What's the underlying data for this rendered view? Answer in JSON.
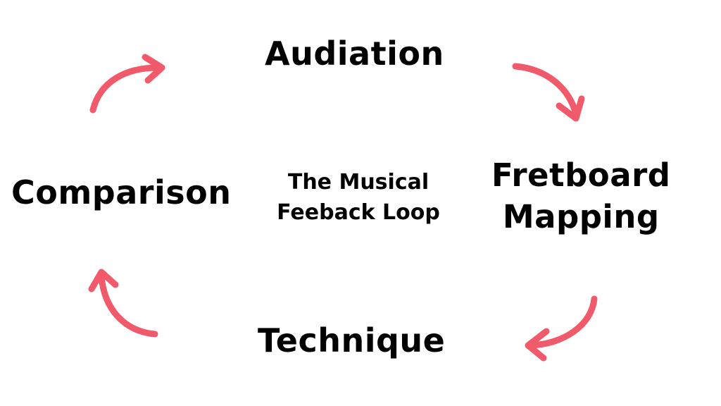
{
  "diagram": {
    "title_lines": [
      "The Musical",
      "Feeback Loop"
    ],
    "stages": {
      "top": "Audiation",
      "right_line1": "Fretboard",
      "right_line2": "Mapping",
      "bottom": "Technique",
      "left": "Comparison"
    },
    "arrow_color": "#F05A6A",
    "arrow_direction": "clockwise"
  }
}
